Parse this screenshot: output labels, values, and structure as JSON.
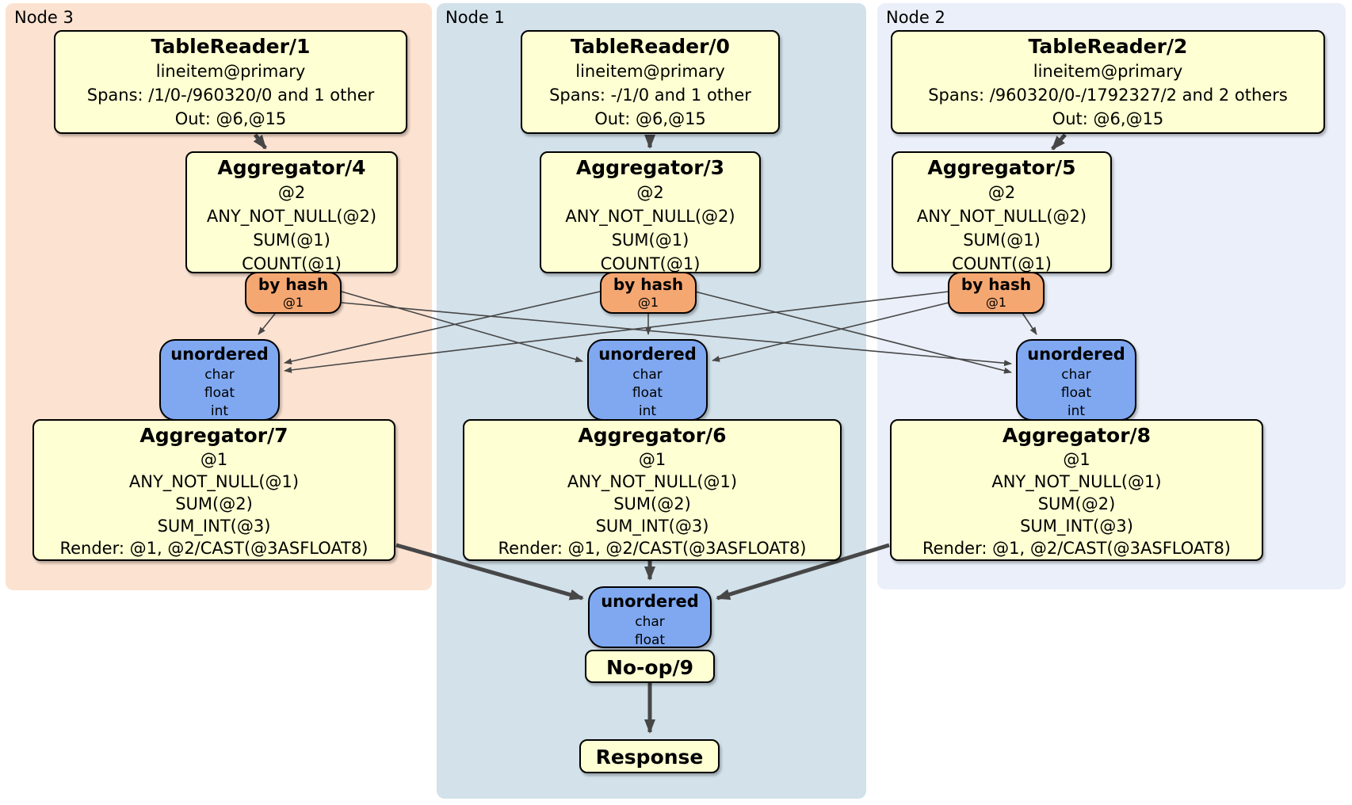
{
  "groups": [
    {
      "label": "Node 3"
    },
    {
      "label": "Node 1"
    },
    {
      "label": "Node 2"
    }
  ],
  "boxes": {
    "tr1": {
      "title": "TableReader/1",
      "lines": [
        "lineitem@primary",
        "Spans: /1/0-/960320/0 and 1 other",
        "Out: @6,@15"
      ]
    },
    "tr0": {
      "title": "TableReader/0",
      "lines": [
        "lineitem@primary",
        "Spans: -/1/0 and 1 other",
        "Out: @6,@15"
      ]
    },
    "tr2": {
      "title": "TableReader/2",
      "lines": [
        "lineitem@primary",
        "Spans: /960320/0-/1792327/2 and 2 others",
        "Out: @6,@15"
      ]
    },
    "agg4": {
      "title": "Aggregator/4",
      "lines": [
        "@2",
        "ANY_NOT_NULL(@2)",
        "SUM(@1)",
        "COUNT(@1)"
      ]
    },
    "agg3": {
      "title": "Aggregator/3",
      "lines": [
        "@2",
        "ANY_NOT_NULL(@2)",
        "SUM(@1)",
        "COUNT(@1)"
      ]
    },
    "agg5": {
      "title": "Aggregator/5",
      "lines": [
        "@2",
        "ANY_NOT_NULL(@2)",
        "SUM(@1)",
        "COUNT(@1)"
      ]
    },
    "bh4": {
      "title": "by hash",
      "lines": [
        "@1"
      ]
    },
    "bh3": {
      "title": "by hash",
      "lines": [
        "@1"
      ]
    },
    "bh5": {
      "title": "by hash",
      "lines": [
        "@1"
      ]
    },
    "un7": {
      "title": "unordered",
      "lines": [
        "char",
        "float",
        "int"
      ]
    },
    "un6": {
      "title": "unordered",
      "lines": [
        "char",
        "float",
        "int"
      ]
    },
    "un8": {
      "title": "unordered",
      "lines": [
        "char",
        "float",
        "int"
      ]
    },
    "agg7": {
      "title": "Aggregator/7",
      "lines": [
        "@1",
        "ANY_NOT_NULL(@1)",
        "SUM(@2)",
        "SUM_INT(@3)",
        "Render: @1, @2/CAST(@3ASFLOAT8)"
      ]
    },
    "agg6": {
      "title": "Aggregator/6",
      "lines": [
        "@1",
        "ANY_NOT_NULL(@1)",
        "SUM(@2)",
        "SUM_INT(@3)",
        "Render: @1, @2/CAST(@3ASFLOAT8)"
      ]
    },
    "agg8": {
      "title": "Aggregator/8",
      "lines": [
        "@1",
        "ANY_NOT_NULL(@1)",
        "SUM(@2)",
        "SUM_INT(@3)",
        "Render: @1, @2/CAST(@3ASFLOAT8)"
      ]
    },
    "un9": {
      "title": "unordered",
      "lines": [
        "char",
        "float"
      ]
    },
    "noop": {
      "title": "No-op/9"
    },
    "resp": {
      "title": "Response"
    }
  },
  "edges": [
    {
      "from": "tr1",
      "to": "agg4"
    },
    {
      "from": "tr0",
      "to": "agg3"
    },
    {
      "from": "tr2",
      "to": "agg5"
    },
    {
      "from": "bh4",
      "to": "un7"
    },
    {
      "from": "bh4",
      "to": "un6"
    },
    {
      "from": "bh4",
      "to": "un8"
    },
    {
      "from": "bh3",
      "to": "un7"
    },
    {
      "from": "bh3",
      "to": "un6"
    },
    {
      "from": "bh3",
      "to": "un8"
    },
    {
      "from": "bh5",
      "to": "un7"
    },
    {
      "from": "bh5",
      "to": "un6"
    },
    {
      "from": "bh5",
      "to": "un8"
    },
    {
      "from": "agg7",
      "to": "un9"
    },
    {
      "from": "agg6",
      "to": "un9"
    },
    {
      "from": "agg8",
      "to": "un9"
    },
    {
      "from": "noop",
      "to": "resp"
    }
  ],
  "colors": {
    "node3_bg": "#fce2d1",
    "node1_bg": "#d2e1ea",
    "node2_bg": "#eaeff9",
    "processor_bg": "#feffd2",
    "router_bg": "#f5a772",
    "sync_bg": "#7fa8f1",
    "edge": "#474747",
    "border": "#000000"
  }
}
